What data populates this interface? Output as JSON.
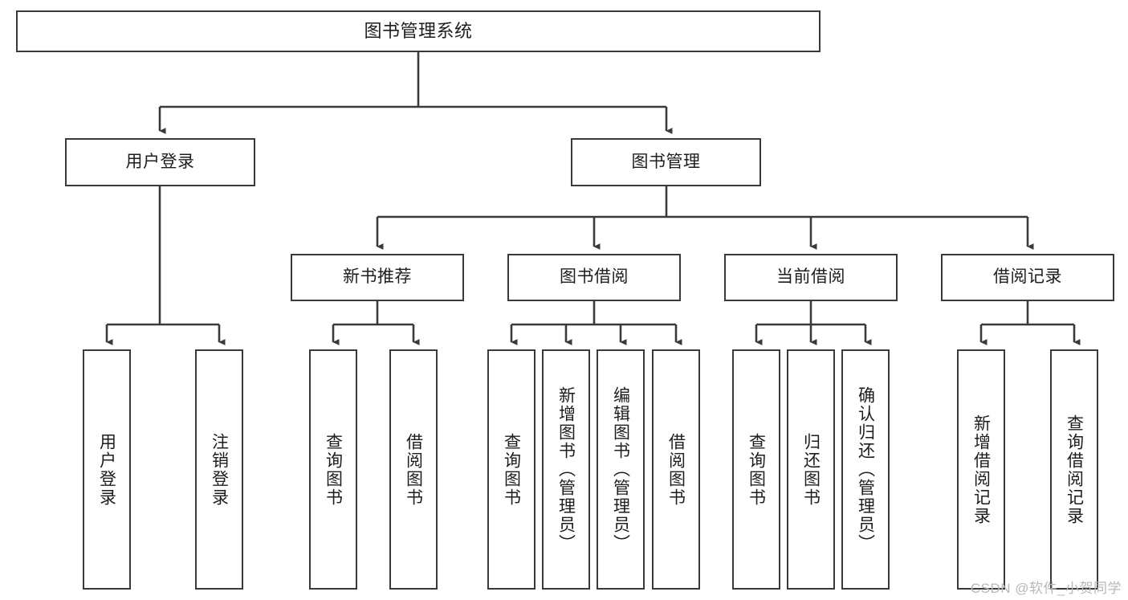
{
  "diagram": {
    "title": "图书管理系统",
    "type": "tree",
    "watermark": "CSDN @软件_小贺同学",
    "colors": {
      "box_border": "#3a3a3a",
      "box_fill": "#ffffff",
      "connector": "#3a3a3a",
      "text": "#1d1d1d",
      "background": "#ffffff",
      "watermark": "#b8b8b8"
    },
    "levels": {
      "root": "图书管理系统",
      "level2": [
        "用户登录",
        "图书管理"
      ],
      "level3": [
        "新书推荐",
        "图书借阅",
        "当前借阅",
        "借阅记录"
      ]
    },
    "nodes": {
      "root": {
        "id": "root",
        "label": "图书管理系统",
        "level": 0,
        "parent": null
      },
      "user_login": {
        "id": "user_login",
        "label": "用户登录",
        "level": 1,
        "parent": "root"
      },
      "book_mgmt": {
        "id": "book_mgmt",
        "label": "图书管理",
        "level": 1,
        "parent": "root"
      },
      "new_book_rec": {
        "id": "new_book_rec",
        "label": "新书推荐",
        "level": 2,
        "parent": "book_mgmt"
      },
      "book_borrow": {
        "id": "book_borrow",
        "label": "图书借阅",
        "level": 2,
        "parent": "book_mgmt"
      },
      "current_borrow": {
        "id": "current_borrow",
        "label": "当前借阅",
        "level": 2,
        "parent": "book_mgmt"
      },
      "borrow_record": {
        "id": "borrow_record",
        "label": "借阅记录",
        "level": 2,
        "parent": "book_mgmt"
      },
      "leaf_user_login": {
        "id": "leaf_user_login",
        "label": "用户登录",
        "level": 2,
        "parent": "user_login"
      },
      "leaf_logout": {
        "id": "leaf_logout",
        "label": "注销登录",
        "level": 2,
        "parent": "user_login"
      },
      "leaf_query_book_1": {
        "id": "leaf_query_book_1",
        "label": "查询图书",
        "level": 3,
        "parent": "new_book_rec"
      },
      "leaf_borrow_book_1": {
        "id": "leaf_borrow_book_1",
        "label": "借阅图书",
        "level": 3,
        "parent": "new_book_rec"
      },
      "leaf_query_book_2": {
        "id": "leaf_query_book_2",
        "label": "查询图书",
        "level": 3,
        "parent": "book_borrow"
      },
      "leaf_add_book": {
        "id": "leaf_add_book",
        "label": "新增图书（管理员）",
        "level": 3,
        "parent": "book_borrow"
      },
      "leaf_edit_book": {
        "id": "leaf_edit_book",
        "label": "编辑图书（管理员）",
        "level": 3,
        "parent": "book_borrow"
      },
      "leaf_borrow_book_2": {
        "id": "leaf_borrow_book_2",
        "label": "借阅图书",
        "level": 3,
        "parent": "book_borrow"
      },
      "leaf_query_book_3": {
        "id": "leaf_query_book_3",
        "label": "查询图书",
        "level": 3,
        "parent": "current_borrow"
      },
      "leaf_return_book": {
        "id": "leaf_return_book",
        "label": "归还图书",
        "level": 3,
        "parent": "current_borrow"
      },
      "leaf_confirm_return": {
        "id": "leaf_confirm_return",
        "label": "确认归还（管理员）",
        "level": 3,
        "parent": "current_borrow"
      },
      "leaf_add_record": {
        "id": "leaf_add_record",
        "label": "新增借阅记录",
        "level": 3,
        "parent": "borrow_record"
      },
      "leaf_query_record": {
        "id": "leaf_query_record",
        "label": "查询借阅记录",
        "level": 3,
        "parent": "borrow_record"
      }
    },
    "edges": [
      {
        "from": "root",
        "to": "user_login"
      },
      {
        "from": "root",
        "to": "book_mgmt"
      },
      {
        "from": "user_login",
        "to": "leaf_user_login"
      },
      {
        "from": "user_login",
        "to": "leaf_logout"
      },
      {
        "from": "book_mgmt",
        "to": "new_book_rec"
      },
      {
        "from": "book_mgmt",
        "to": "book_borrow"
      },
      {
        "from": "book_mgmt",
        "to": "current_borrow"
      },
      {
        "from": "book_mgmt",
        "to": "borrow_record"
      },
      {
        "from": "new_book_rec",
        "to": "leaf_query_book_1"
      },
      {
        "from": "new_book_rec",
        "to": "leaf_borrow_book_1"
      },
      {
        "from": "book_borrow",
        "to": "leaf_query_book_2"
      },
      {
        "from": "book_borrow",
        "to": "leaf_add_book"
      },
      {
        "from": "book_borrow",
        "to": "leaf_edit_book"
      },
      {
        "from": "book_borrow",
        "to": "leaf_borrow_book_2"
      },
      {
        "from": "current_borrow",
        "to": "leaf_query_book_3"
      },
      {
        "from": "current_borrow",
        "to": "leaf_return_book"
      },
      {
        "from": "current_borrow",
        "to": "leaf_confirm_return"
      },
      {
        "from": "borrow_record",
        "to": "leaf_add_record"
      },
      {
        "from": "borrow_record",
        "to": "leaf_query_record"
      }
    ]
  }
}
